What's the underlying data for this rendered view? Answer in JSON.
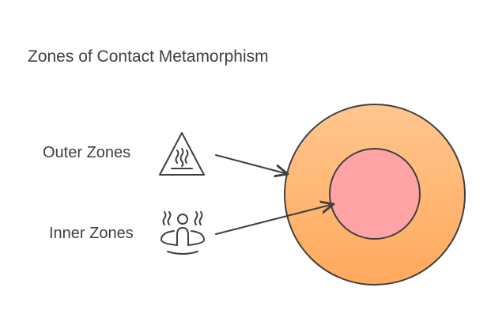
{
  "title": "Zones of Contact Metamorphism",
  "zones": [
    {
      "label": "Outer Zones",
      "icon": "heat-warning-icon"
    },
    {
      "label": "Inner Zones",
      "icon": "person-heat-icon"
    }
  ],
  "colors": {
    "outer_fill_top": "#FFC68E",
    "outer_fill_bottom": "#FFA95C",
    "inner_fill": "#FFA3A6",
    "stroke": "#404040",
    "text": "#404040"
  }
}
